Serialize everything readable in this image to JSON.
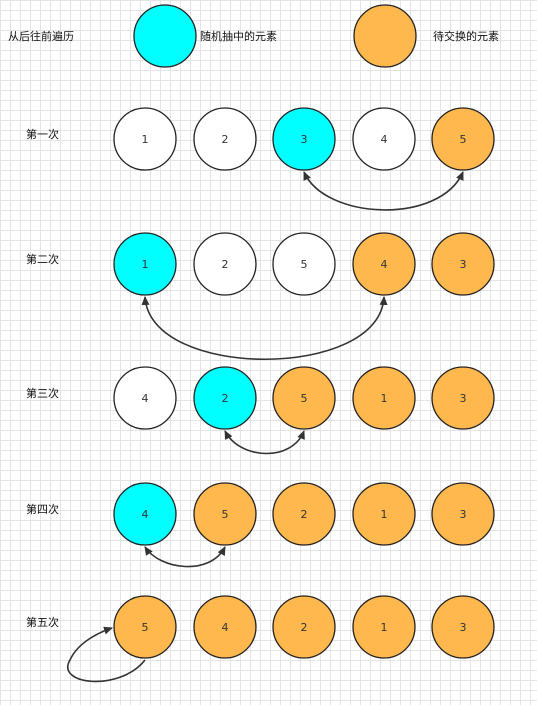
{
  "header": {
    "title": "从后往前遍历",
    "legend": [
      {
        "label": "随机抽中的元素",
        "color": "#00FFFF"
      },
      {
        "label": "待交换的元素",
        "color": "#FFB84D"
      }
    ]
  },
  "colors": {
    "white": "#FFFFFF",
    "cyan": "#00FFFF",
    "orange": "#FFB84D"
  },
  "rows": [
    {
      "label": "第一次",
      "nodes": [
        {
          "value": "1",
          "color": "white"
        },
        {
          "value": "2",
          "color": "white"
        },
        {
          "value": "3",
          "color": "cyan"
        },
        {
          "value": "4",
          "color": "white"
        },
        {
          "value": "5",
          "color": "orange"
        }
      ],
      "swap": [
        2,
        4
      ]
    },
    {
      "label": "第二次",
      "nodes": [
        {
          "value": "1",
          "color": "cyan"
        },
        {
          "value": "2",
          "color": "white"
        },
        {
          "value": "5",
          "color": "white"
        },
        {
          "value": "4",
          "color": "orange"
        },
        {
          "value": "3",
          "color": "orange"
        }
      ],
      "swap": [
        0,
        3
      ]
    },
    {
      "label": "第三次",
      "nodes": [
        {
          "value": "4",
          "color": "white"
        },
        {
          "value": "2",
          "color": "cyan"
        },
        {
          "value": "5",
          "color": "orange"
        },
        {
          "value": "1",
          "color": "orange"
        },
        {
          "value": "3",
          "color": "orange"
        }
      ],
      "swap": [
        1,
        2
      ]
    },
    {
      "label": "第四次",
      "nodes": [
        {
          "value": "4",
          "color": "cyan"
        },
        {
          "value": "5",
          "color": "orange"
        },
        {
          "value": "2",
          "color": "orange"
        },
        {
          "value": "1",
          "color": "orange"
        },
        {
          "value": "3",
          "color": "orange"
        }
      ],
      "swap": [
        0,
        1
      ]
    },
    {
      "label": "第五次",
      "nodes": [
        {
          "value": "5",
          "color": "orange"
        },
        {
          "value": "4",
          "color": "orange"
        },
        {
          "value": "2",
          "color": "orange"
        },
        {
          "value": "1",
          "color": "orange"
        },
        {
          "value": "3",
          "color": "orange"
        }
      ],
      "swap": [
        0,
        0
      ]
    }
  ]
}
